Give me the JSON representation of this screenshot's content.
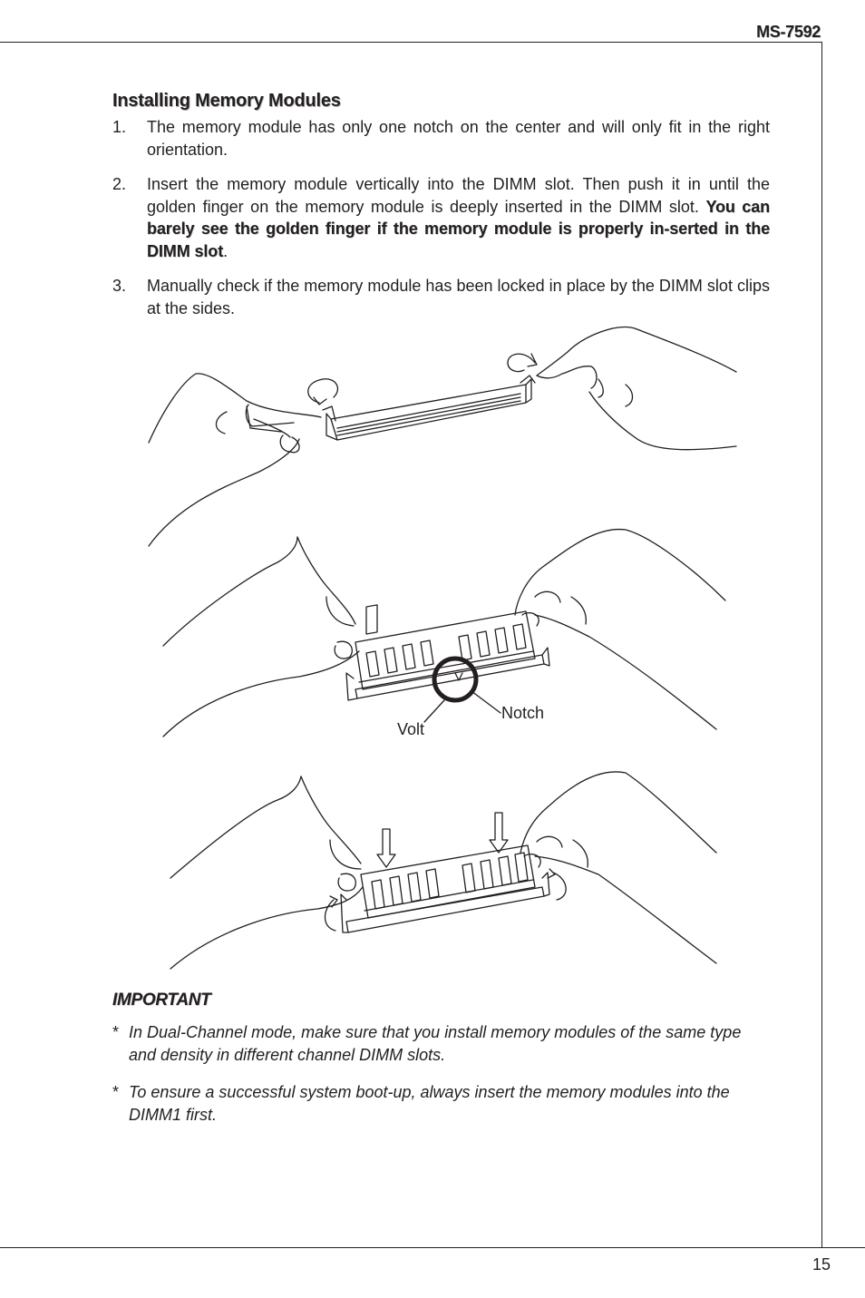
{
  "header": {
    "model": "MS-7592"
  },
  "section": {
    "title": "Installing Memory Modules",
    "steps": [
      {
        "num": "1.",
        "text": "The memory module has only one notch on the center and will only fit in the right orientation."
      },
      {
        "num": "2.",
        "text": "Insert the memory module vertically into the DIMM slot. Then push it in until the golden finger on the memory module is deeply inserted in the DIMM slot. ",
        "bold": "You can barely see the golden finger if the memory module is properly in-serted in the DIMM slot",
        "tail": "."
      },
      {
        "num": "3.",
        "text": "Manually check if the memory module has been locked in place by the DIMM slot clips at the sides."
      }
    ]
  },
  "figure": {
    "label_volt": "Volt",
    "label_notch": "Notch"
  },
  "important": {
    "title": "IMPORTANT",
    "star": "*",
    "notes": [
      "In Dual-Channel mode, make sure that you install memory modules of the same type and density in different channel DIMM slots.",
      "To ensure a successful system boot-up, always insert the memory modules into the DIMM1 first."
    ]
  },
  "footer": {
    "page_number": "15"
  }
}
